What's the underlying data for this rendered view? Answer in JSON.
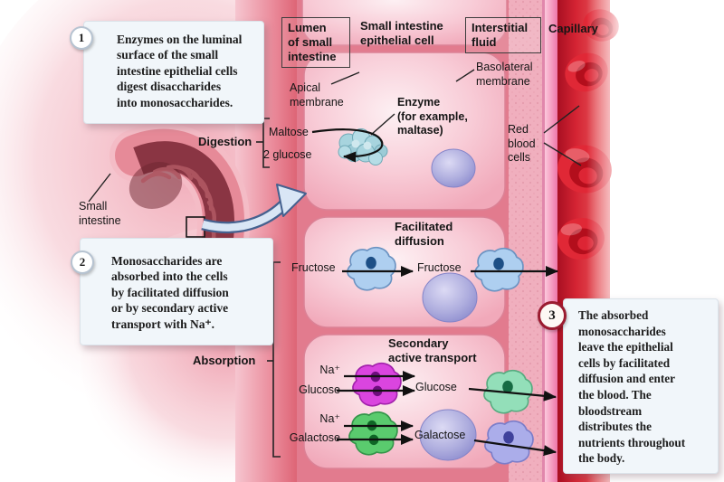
{
  "colors": {
    "lumen_deep": "#dd6273",
    "cell_fill": "#f8ccd6",
    "interstitial": "#f0afbe",
    "capillary_membrane": "#f795ba",
    "blood": "#cf2334",
    "nucleus": "#9d9cda",
    "enzyme": "#a7d4de",
    "fructose_transporter": "#aecff0",
    "na_glucose_transporter": "#da45df",
    "na_galactose_transporter": "#5acb6e",
    "glucose_exit_transporter": "#93dfb9",
    "galactose_exit_transporter": "#abadea",
    "note_background": "#f1f6fa",
    "step3_ring": "#9b1b30",
    "arrow": "#111111",
    "zoom_arrow_fill": "#d9e6f5",
    "zoom_arrow_stroke": "#45618f"
  },
  "steps": [
    {
      "number": "1",
      "text": "Enzymes on the luminal\nsurface of the small\nintestine epithelial cells\ndigest disaccharides\ninto monosaccharides."
    },
    {
      "number": "2",
      "text": "Monosaccharides are\nabsorbed into the cells\nby facilitated diffusion\nor by secondary active\ntransport with Na⁺."
    },
    {
      "number": "3",
      "text": "The absorbed\nmonosaccharides\nleave the epithelial\ncells by facilitated\ndiffusion and enter\nthe blood. The\nbloodstream\ndistributes the\nnutrients throughout\nthe body."
    }
  ],
  "headers": {
    "lumen": "Lumen\nof small\nintestine",
    "epithelial": "Small intestine\nepithelial cell",
    "interstitial": "Interstitial\nfluid",
    "capillary": "Capillary"
  },
  "membrane_labels": {
    "apical": "Apical\nmembrane",
    "basolateral": "Basolateral\nmembrane"
  },
  "digestion": {
    "label": "Digestion",
    "substrate": "Maltose",
    "product": "2 glucose",
    "enzyme": "Enzyme\n(for example,\nmaltase)"
  },
  "facilitated_diffusion": {
    "title": "Facilitated\ndiffusion",
    "lumen_molecule": "Fructose",
    "cell_molecule": "Fructose"
  },
  "secondary_active_transport": {
    "title": "Secondary\nactive transport",
    "na_glucose": "Na⁺",
    "lumen_glucose": "Glucose",
    "cell_glucose": "Glucose",
    "na_galactose": "Na⁺",
    "lumen_galactose": "Galactose",
    "cell_galactose": "Galactose"
  },
  "absorption_label": "Absorption",
  "capillary_label": "Red\nblood\ncells",
  "intestine_label": "Small\nintestine"
}
